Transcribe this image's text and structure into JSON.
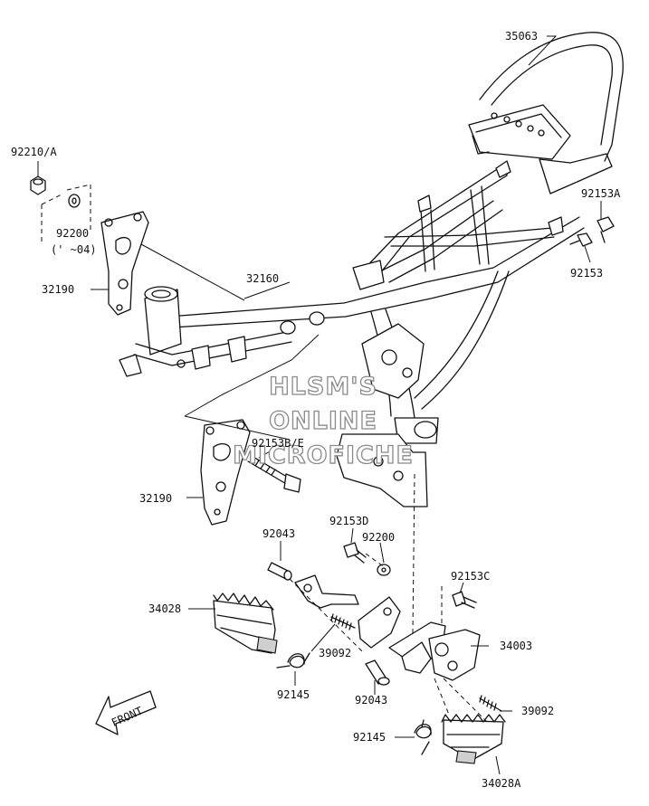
{
  "diagram": {
    "watermark": [
      "HLSM'S",
      "ONLINE",
      "MICROFICHE"
    ],
    "front_arrow_label": "FRONT",
    "parts": [
      {
        "id": "p35063",
        "label": "35063"
      },
      {
        "id": "p92210a",
        "label": "92210/A"
      },
      {
        "id": "p92153a",
        "label": "92153A"
      },
      {
        "id": "p92200a",
        "label": "92200"
      },
      {
        "id": "p92200note",
        "label": "(' ~04)"
      },
      {
        "id": "p32160",
        "label": "32160"
      },
      {
        "id": "p92153",
        "label": "92153"
      },
      {
        "id": "p32190a",
        "label": "32190"
      },
      {
        "id": "p92153be",
        "label": "92153B/E"
      },
      {
        "id": "p32190b",
        "label": "32190"
      },
      {
        "id": "p92153d",
        "label": "92153D"
      },
      {
        "id": "p92043a",
        "label": "92043"
      },
      {
        "id": "p92200b",
        "label": "92200"
      },
      {
        "id": "p92153c",
        "label": "92153C"
      },
      {
        "id": "p34028",
        "label": "34028"
      },
      {
        "id": "p34003",
        "label": "34003"
      },
      {
        "id": "p39092a",
        "label": "39092"
      },
      {
        "id": "p92145a",
        "label": "92145"
      },
      {
        "id": "p92043b",
        "label": "92043"
      },
      {
        "id": "p39092b",
        "label": "39092"
      },
      {
        "id": "p92145b",
        "label": "92145"
      },
      {
        "id": "p34028a",
        "label": "34028A"
      }
    ]
  }
}
